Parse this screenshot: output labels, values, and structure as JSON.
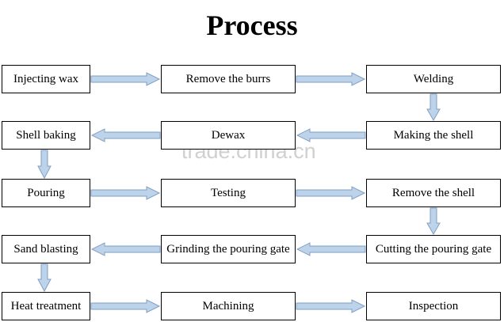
{
  "title": "Process",
  "watermark": "trade.china.cn",
  "steps": [
    "Injecting wax",
    "Remove the burrs",
    "Welding",
    "Making the shell",
    "Dewax",
    "Shell baking",
    "Pouring",
    "Testing",
    "Remove the shell",
    "Cutting the pouring gate",
    "Grinding the pouring gate",
    "Sand blasting",
    "Heat treatment",
    "Machining",
    "Inspection"
  ],
  "colors": {
    "arrow_fill": "#bdd3ea",
    "arrow_stroke": "#7f9fc5",
    "box_border": "#000000"
  }
}
